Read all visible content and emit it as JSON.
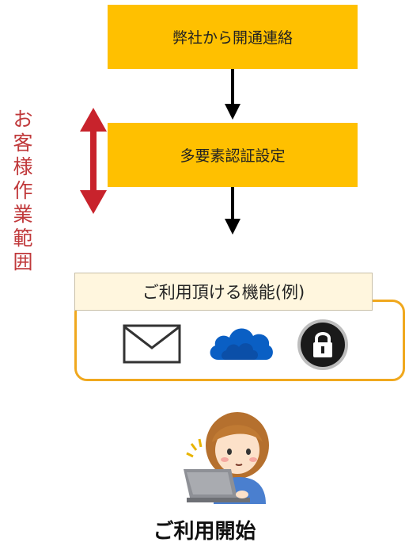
{
  "flow": {
    "step1": "弊社から開通連絡",
    "step2": "多要素認証設定"
  },
  "scope": {
    "label": "お客様作業範囲",
    "color": "#C0393B"
  },
  "features": {
    "title": "ご利用頂ける機能(例)",
    "icons": [
      "mail-icon",
      "onedrive-cloud-icon",
      "lock-icon"
    ]
  },
  "result": {
    "label": "ご利用開始"
  },
  "colors": {
    "step_box": "#FFC000",
    "frame_border": "#F0A81E",
    "title_bg": "#FFF6DE",
    "cloud_blue": "#0A5FC4"
  }
}
